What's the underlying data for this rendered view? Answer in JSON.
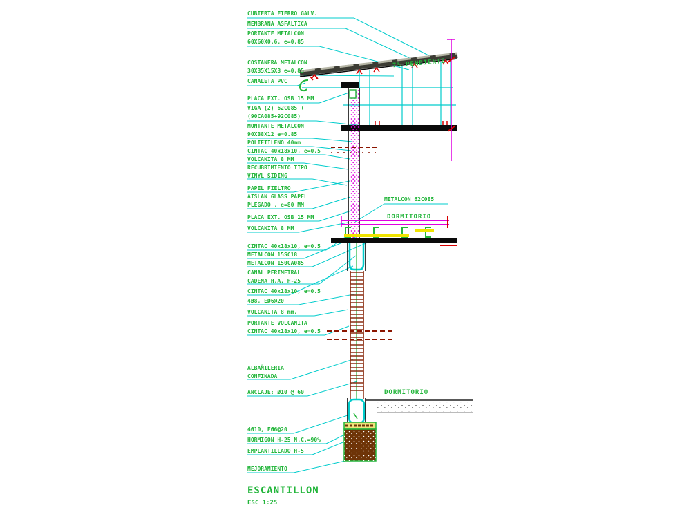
{
  "drawing": {
    "title": "ESCANTILLON",
    "scale": "ESC 1:25",
    "type": "wall-section-detail"
  },
  "colors": {
    "annotation_green": "#22b53a",
    "leader_cyan": "#00cccc",
    "dimension_magenta": "#e000e0",
    "mark_red": "#d80000",
    "dark_red": "#8b1500",
    "brick_brown": "#8b2e12",
    "foundation_brown": "#6e3407",
    "roof_gray": "#3c3c34",
    "yellow": "#f0e400",
    "black": "#0a0a0a"
  },
  "labels": [
    {
      "lines": [
        "CUBIERTA FIERRO GALV."
      ]
    },
    {
      "lines": [
        "MEMBRANA ASFALTICA"
      ]
    },
    {
      "lines": [
        "PORTANTE METALCON",
        "60X60X0.6, e=0.85"
      ]
    },
    {
      "lines": [
        "COSTANERA METALCON",
        "30X35X15X3 e=0.85"
      ]
    },
    {
      "lines": [
        "CANALETA PVC"
      ]
    },
    {
      "lines": [
        "PLACA EXT. OSB 15 MM"
      ]
    },
    {
      "lines": [
        "VIGA (2) 62C085 +",
        "(90CA085+92C085)"
      ]
    },
    {
      "lines": [
        "MONTANTE METALCON",
        "90X38X12 e=0.85"
      ]
    },
    {
      "lines": [
        "POLIETILENO 40mm"
      ]
    },
    {
      "lines": [
        "CINTAC 40x18x10, e=0.5"
      ]
    },
    {
      "lines": [
        "VOLCANITA 8 MM"
      ]
    },
    {
      "lines": [
        "RECUBRIMIENTO TIPO",
        "VINYL SIDING"
      ]
    },
    {
      "lines": [
        "PAPEL FIELTRO"
      ]
    },
    {
      "lines": [
        "AISLAN GLASS PAPEL",
        "PLEGADO , e=80 MM"
      ]
    },
    {
      "lines": [
        "PLACA EXT. OSB 15 MM"
      ]
    },
    {
      "lines": [
        "VOLCANITA 8 MM"
      ]
    },
    {
      "lines": [
        "CINTAC 40x18x10, e=0.5"
      ]
    },
    {
      "lines": [
        "METALCON 15SC18"
      ]
    },
    {
      "lines": [
        "METALCON 150CA085"
      ]
    },
    {
      "lines": [
        "CANAL PERIMETRAL",
        "CADENA H.A. H-25"
      ]
    },
    {
      "lines": [
        "CINTAC 40x18x10, e=0.5"
      ]
    },
    {
      "lines": [
        "4Ø8, EØ6@20"
      ]
    },
    {
      "lines": [
        "VOLCANITA 8 mm."
      ]
    },
    {
      "lines": [
        "PORTANTE VOLCANITA",
        "CINTAC 40x18x10, e=0.5"
      ]
    },
    {
      "lines": [
        "ALBAÑILERIA",
        "CONFINADA"
      ]
    },
    {
      "lines": [
        "ANCLAJE: Ø10 @ 60"
      ]
    },
    {
      "lines": [
        "4Ø10, EØ6@20"
      ]
    },
    {
      "lines": [
        "HORMIGON H-25 N.C.=90%"
      ]
    },
    {
      "lines": [
        "EMPLANTILLADO H-5"
      ]
    },
    {
      "lines": [
        "MEJORAMIENTO"
      ]
    },
    {
      "lines": [
        "7% PENDIENTE"
      ]
    },
    {
      "lines": [
        "METALCON 62C085"
      ]
    },
    {
      "lines": [
        "DORMITORIO"
      ]
    },
    {
      "lines": [
        "DORMITORIO"
      ]
    },
    {
      "lines": [
        "ESCANTILLON"
      ]
    },
    {
      "lines": [
        "ESC 1:25"
      ]
    }
  ]
}
